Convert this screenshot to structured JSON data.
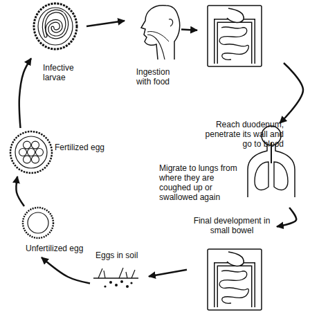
{
  "diagram": {
    "nodes": [
      {
        "text": [
          "Infective larvae"
        ]
      },
      {
        "text": [
          "Ingestion with food"
        ]
      },
      {
        "text": [
          "Reach duodenum, penetrate its wall and go to blood"
        ]
      },
      {
        "text": [
          "Migrate to lungs from where they are coughed up or swallowed again"
        ]
      },
      {
        "text": [
          "Final development in small bowel"
        ]
      },
      {
        "text": [
          "Eggs in soil"
        ]
      },
      {
        "text": [
          "Unfertilized egg"
        ]
      },
      {
        "text": [
          "Fertilized egg"
        ]
      }
    ],
    "edges": [
      {
        "from": 0,
        "to": 1,
        "arrow": "to"
      },
      {
        "from": 1,
        "to": 2,
        "arrow": "to"
      },
      {
        "from": 2,
        "to": 3,
        "arrow": "to"
      },
      {
        "from": 3,
        "to": 4,
        "arrow": "to"
      },
      {
        "from": 4,
        "to": 5,
        "arrow": "to"
      },
      {
        "from": 5,
        "to": 6,
        "arrow": "to"
      },
      {
        "from": 6,
        "to": 7,
        "arrow": "to"
      },
      {
        "from": 7,
        "to": 0,
        "arrow": "to"
      }
    ]
  }
}
